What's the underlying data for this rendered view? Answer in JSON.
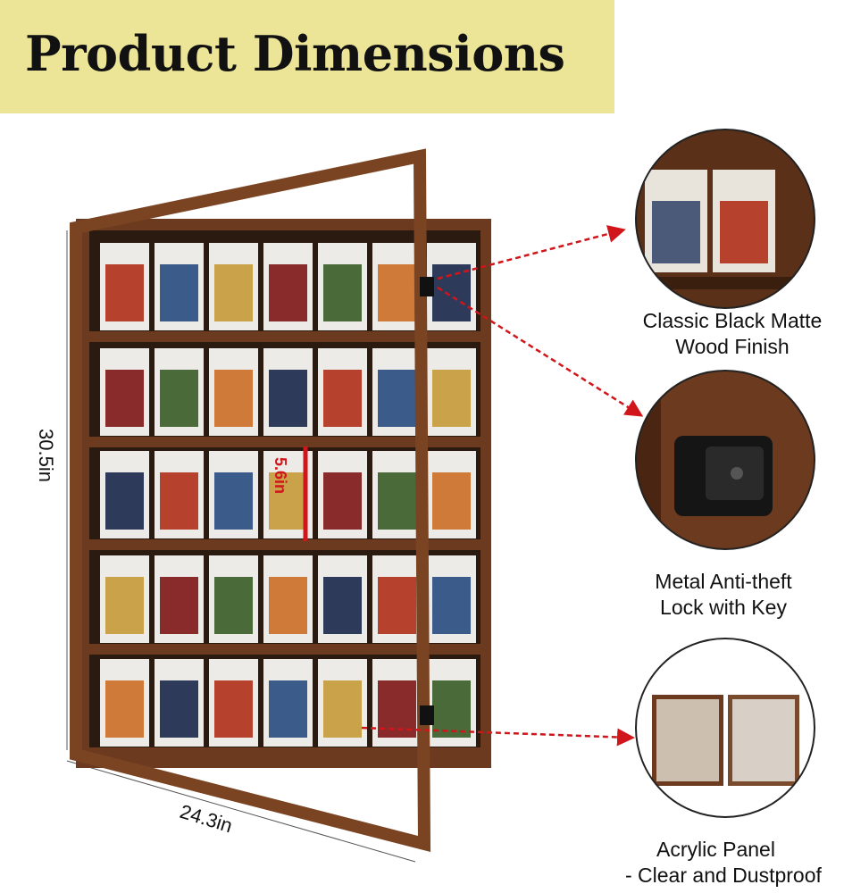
{
  "title": "Product Dimensions",
  "dimensions": {
    "height": "30.5in",
    "width": "24.3in",
    "shelf_gap": "5.6in"
  },
  "features": [
    {
      "line1": "Classic Black Matte",
      "line2": "Wood Finish"
    },
    {
      "line1": "Metal Anti-theft",
      "line2": "Lock with Key"
    },
    {
      "line1": "Acrylic Panel",
      "line2": "- Clear and Dustproof"
    }
  ],
  "colors": {
    "banner": "#ece597",
    "wood": "#6b3a1f",
    "wood_dark": "#4a2612",
    "arrow": "#d0161b"
  }
}
